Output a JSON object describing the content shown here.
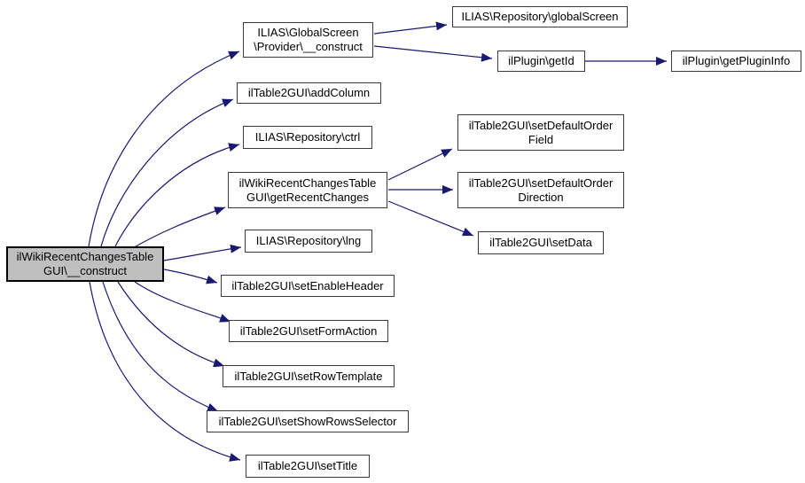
{
  "diagram": {
    "type": "call-graph",
    "background": "#ffffff",
    "colors": {
      "edge": "#191970",
      "node_fill": "#ffffff",
      "node_border": "#3a3a3a",
      "root_fill": "#bfbfbf",
      "root_border": "#000000",
      "text": "#000000"
    },
    "nodes": [
      {
        "id": "construct",
        "label": "ilWikiRecentChangesTable\nGUI\\__construct",
        "root": true
      },
      {
        "id": "provider-construct",
        "label": "ILIAS\\GlobalScreen\n\\Provider\\__construct"
      },
      {
        "id": "global-screen",
        "label": "ILIAS\\Repository\\globalScreen"
      },
      {
        "id": "get-id",
        "label": "ilPlugin\\getId"
      },
      {
        "id": "get-plugin-info",
        "label": "ilPlugin\\getPluginInfo"
      },
      {
        "id": "add-column",
        "label": "ilTable2GUI\\addColumn"
      },
      {
        "id": "ctrl",
        "label": "ILIAS\\Repository\\ctrl"
      },
      {
        "id": "get-recent-changes",
        "label": "ilWikiRecentChangesTable\nGUI\\getRecentChanges"
      },
      {
        "id": "set-default-order-field",
        "label": "ilTable2GUI\\setDefaultOrder\nField"
      },
      {
        "id": "set-default-order-direction",
        "label": "ilTable2GUI\\setDefaultOrder\nDirection"
      },
      {
        "id": "set-data",
        "label": "ilTable2GUI\\setData"
      },
      {
        "id": "lng",
        "label": "ILIAS\\Repository\\lng"
      },
      {
        "id": "set-enable-header",
        "label": "ilTable2GUI\\setEnableHeader"
      },
      {
        "id": "set-form-action",
        "label": "ilTable2GUI\\setFormAction"
      },
      {
        "id": "set-row-template",
        "label": "ilTable2GUI\\setRowTemplate"
      },
      {
        "id": "set-show-rows-selector",
        "label": "ilTable2GUI\\setShowRowsSelector"
      },
      {
        "id": "set-title",
        "label": "ilTable2GUI\\setTitle"
      }
    ],
    "edges": [
      {
        "from": "construct",
        "to": "provider-construct"
      },
      {
        "from": "construct",
        "to": "add-column"
      },
      {
        "from": "construct",
        "to": "ctrl"
      },
      {
        "from": "construct",
        "to": "get-recent-changes"
      },
      {
        "from": "construct",
        "to": "lng"
      },
      {
        "from": "construct",
        "to": "set-enable-header"
      },
      {
        "from": "construct",
        "to": "set-form-action"
      },
      {
        "from": "construct",
        "to": "set-row-template"
      },
      {
        "from": "construct",
        "to": "set-show-rows-selector"
      },
      {
        "from": "construct",
        "to": "set-title"
      },
      {
        "from": "provider-construct",
        "to": "global-screen"
      },
      {
        "from": "provider-construct",
        "to": "get-id"
      },
      {
        "from": "get-id",
        "to": "get-plugin-info"
      },
      {
        "from": "get-recent-changes",
        "to": "set-default-order-field"
      },
      {
        "from": "get-recent-changes",
        "to": "set-default-order-direction"
      },
      {
        "from": "get-recent-changes",
        "to": "set-data"
      }
    ]
  }
}
